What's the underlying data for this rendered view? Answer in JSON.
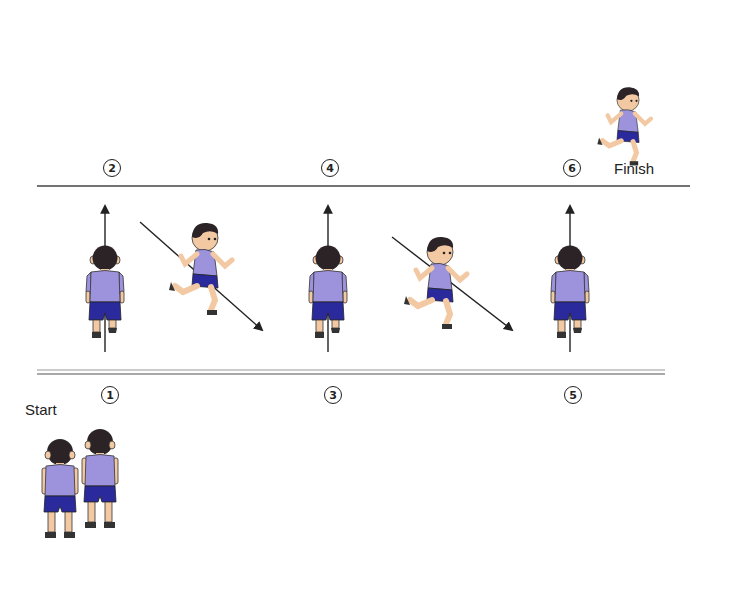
{
  "diagram": {
    "nodes": [
      {
        "text": [
          "1"
        ]
      },
      {
        "text": [
          "2"
        ]
      },
      {
        "text": [
          "3"
        ]
      },
      {
        "text": [
          "4"
        ]
      },
      {
        "text": [
          "5"
        ]
      },
      {
        "text": [
          "6"
        ]
      }
    ],
    "labels": [
      "Start",
      "Finish"
    ]
  }
}
